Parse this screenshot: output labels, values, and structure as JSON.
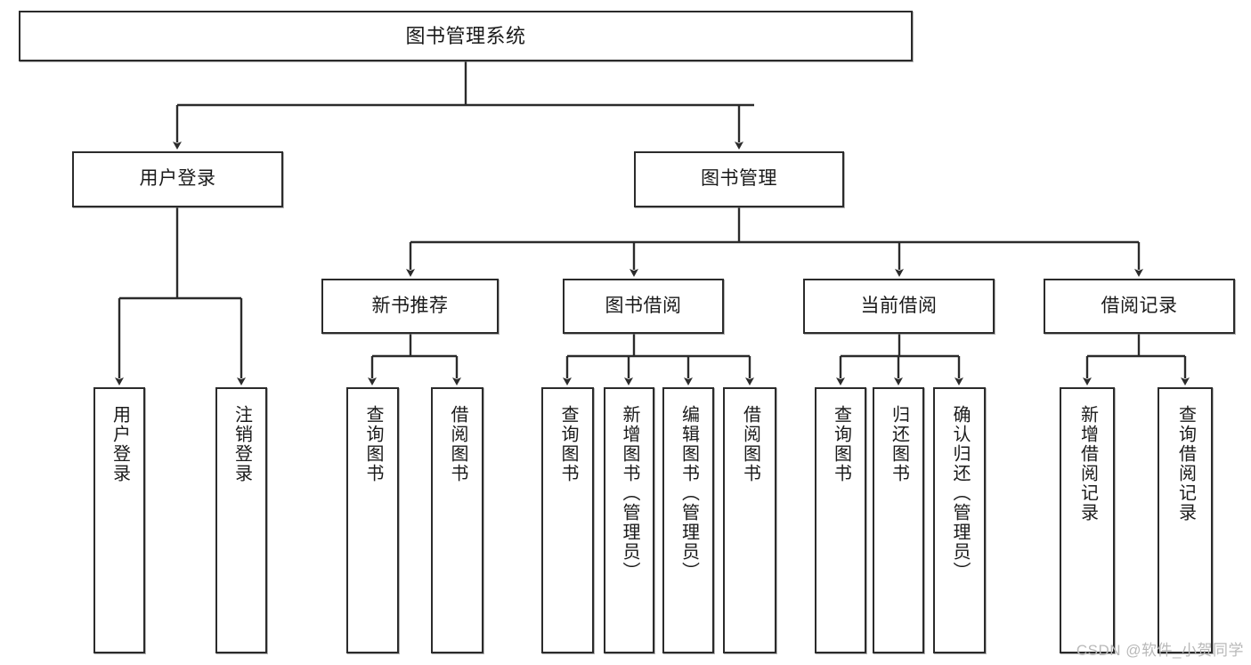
{
  "diagram": {
    "type": "tree",
    "title": "图书管理系统",
    "watermark": "CSDN @软件_小贺同学",
    "colors": {
      "box_border": "#2b2b2b",
      "box_fill": "#ffffff",
      "edge": "#2b2b2b",
      "text": "#1a1a1a",
      "watermark": "#b9b9b9",
      "background": "#ffffff"
    },
    "nodes": {
      "root": {
        "label": "图书管理系统",
        "level": 0,
        "orientation": "horizontal"
      },
      "login": {
        "label": "用户登录",
        "level": 1,
        "orientation": "horizontal"
      },
      "book_mgmt": {
        "label": "图书管理",
        "level": 1,
        "orientation": "horizontal"
      },
      "new_book": {
        "label": "新书推荐",
        "level": 2,
        "orientation": "horizontal"
      },
      "borrow": {
        "label": "图书借阅",
        "level": 2,
        "orientation": "horizontal"
      },
      "current": {
        "label": "当前借阅",
        "level": 2,
        "orientation": "horizontal"
      },
      "records": {
        "label": "借阅记录",
        "level": 2,
        "orientation": "horizontal"
      },
      "leaf_user_login": {
        "label": "用户登录",
        "level": 3,
        "orientation": "vertical"
      },
      "leaf_logout": {
        "label": "注销登录",
        "level": 3,
        "orientation": "vertical"
      },
      "leaf_query_book_1": {
        "label": "查询图书",
        "level": 3,
        "orientation": "vertical"
      },
      "leaf_borrow_book_1": {
        "label": "借阅图书",
        "level": 3,
        "orientation": "vertical"
      },
      "leaf_query_book_2": {
        "label": "查询图书",
        "level": 3,
        "orientation": "vertical"
      },
      "leaf_add_book": {
        "label": "新增图书（管理员）",
        "level": 3,
        "orientation": "vertical"
      },
      "leaf_edit_book": {
        "label": "编辑图书（管理员）",
        "level": 3,
        "orientation": "vertical"
      },
      "leaf_borrow_book_2": {
        "label": "借阅图书",
        "level": 3,
        "orientation": "vertical"
      },
      "leaf_query_book_3": {
        "label": "查询图书",
        "level": 3,
        "orientation": "vertical"
      },
      "leaf_return_book": {
        "label": "归还图书",
        "level": 3,
        "orientation": "vertical"
      },
      "leaf_confirm_return": {
        "label": "确认归还（管理员）",
        "level": 3,
        "orientation": "vertical"
      },
      "leaf_add_record": {
        "label": "新增借阅记录",
        "level": 3,
        "orientation": "vertical"
      },
      "leaf_query_record": {
        "label": "查询借阅记录",
        "level": 3,
        "orientation": "vertical"
      }
    },
    "edges": [
      {
        "from": "root",
        "to": "login"
      },
      {
        "from": "root",
        "to": "book_mgmt"
      },
      {
        "from": "book_mgmt",
        "to": "new_book"
      },
      {
        "from": "book_mgmt",
        "to": "borrow"
      },
      {
        "from": "book_mgmt",
        "to": "current"
      },
      {
        "from": "book_mgmt",
        "to": "records"
      },
      {
        "from": "login",
        "to": "leaf_user_login"
      },
      {
        "from": "login",
        "to": "leaf_logout"
      },
      {
        "from": "new_book",
        "to": "leaf_query_book_1"
      },
      {
        "from": "new_book",
        "to": "leaf_borrow_book_1"
      },
      {
        "from": "borrow",
        "to": "leaf_query_book_2"
      },
      {
        "from": "borrow",
        "to": "leaf_add_book"
      },
      {
        "from": "borrow",
        "to": "leaf_edit_book"
      },
      {
        "from": "borrow",
        "to": "leaf_borrow_book_2"
      },
      {
        "from": "current",
        "to": "leaf_query_book_3"
      },
      {
        "from": "current",
        "to": "leaf_return_book"
      },
      {
        "from": "current",
        "to": "leaf_confirm_return"
      },
      {
        "from": "records",
        "to": "leaf_add_record"
      },
      {
        "from": "records",
        "to": "leaf_query_record"
      }
    ]
  }
}
